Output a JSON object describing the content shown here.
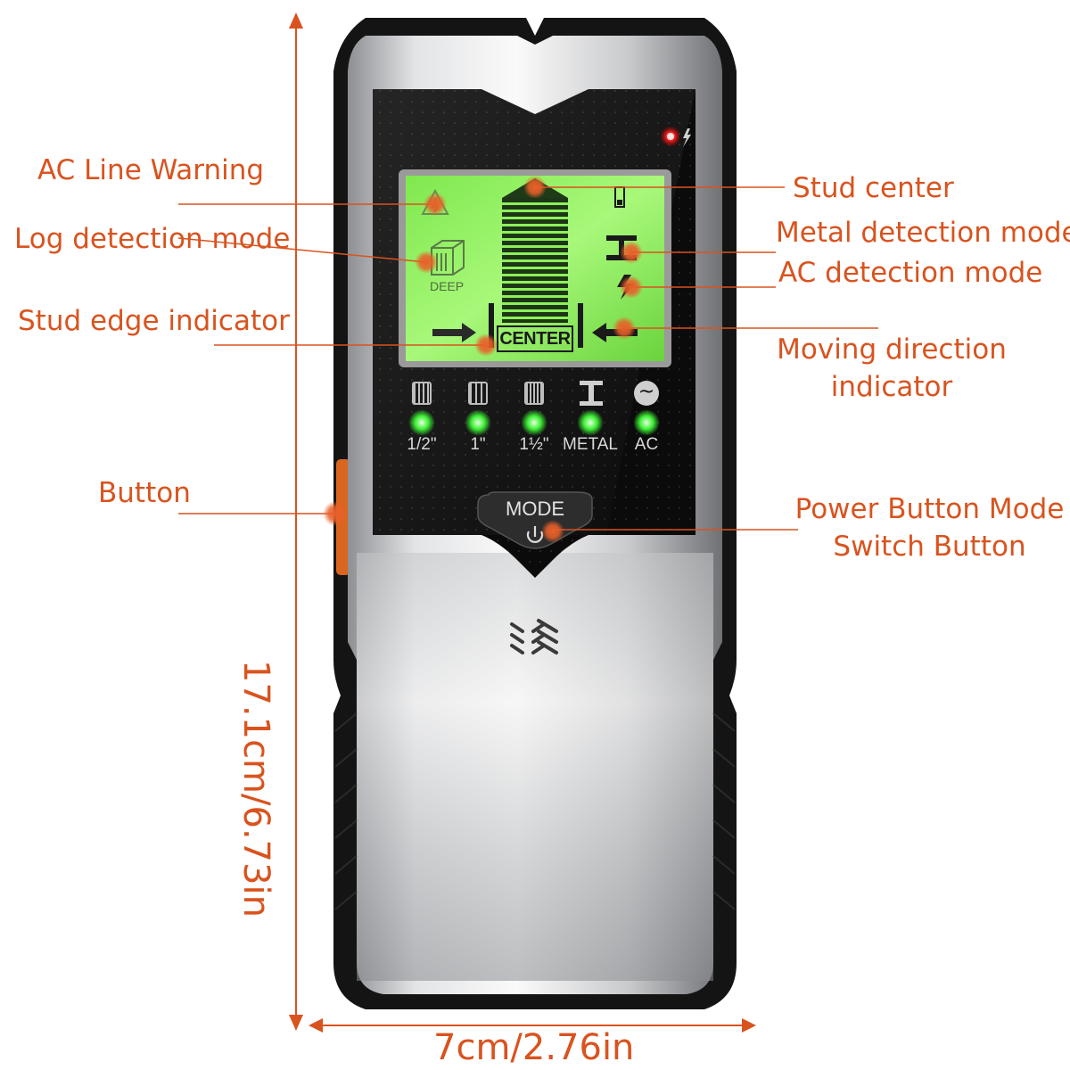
{
  "callouts": {
    "ac_line_warning": "AC Line Warning",
    "log_detection_mode": "Log detection mode",
    "stud_edge_indicator": "Stud edge indicator",
    "button": "Button",
    "stud_center": "Stud center",
    "metal_detection_mode": "Metal detection mode",
    "ac_detection_mode": "AC detection mode",
    "moving_direction_line1": "Moving direction",
    "moving_direction_line2": "indicator",
    "power_button_line1": "Power Button Mode",
    "power_button_line2": "Switch Button"
  },
  "lcd": {
    "deep_label": "DEEP",
    "center_label": "CENTER"
  },
  "indicators": [
    {
      "label": "1/2\"",
      "icon": "wood-block-thin-icon",
      "led_color": "#22e02a"
    },
    {
      "label": "1\"",
      "icon": "wood-block-medium-icon",
      "led_color": "#22e02a"
    },
    {
      "label": "1½\"",
      "icon": "wood-block-thick-icon",
      "led_color": "#22e02a"
    },
    {
      "label": "METAL",
      "icon": "i-beam-icon",
      "led_color": "#22e02a"
    },
    {
      "label": "AC",
      "icon": "ac-wave-icon",
      "led_color": "#22e02a"
    }
  ],
  "mode_button": {
    "label": "MODE",
    "icon": "power-icon"
  },
  "dimensions": {
    "height": "17.1cm/6.73in",
    "width": "7cm/2.76in"
  },
  "colors": {
    "accent": "#d9531e",
    "lcd": "#8df05a",
    "led": "#22e02a",
    "warning_led": "#ff1e1e"
  }
}
